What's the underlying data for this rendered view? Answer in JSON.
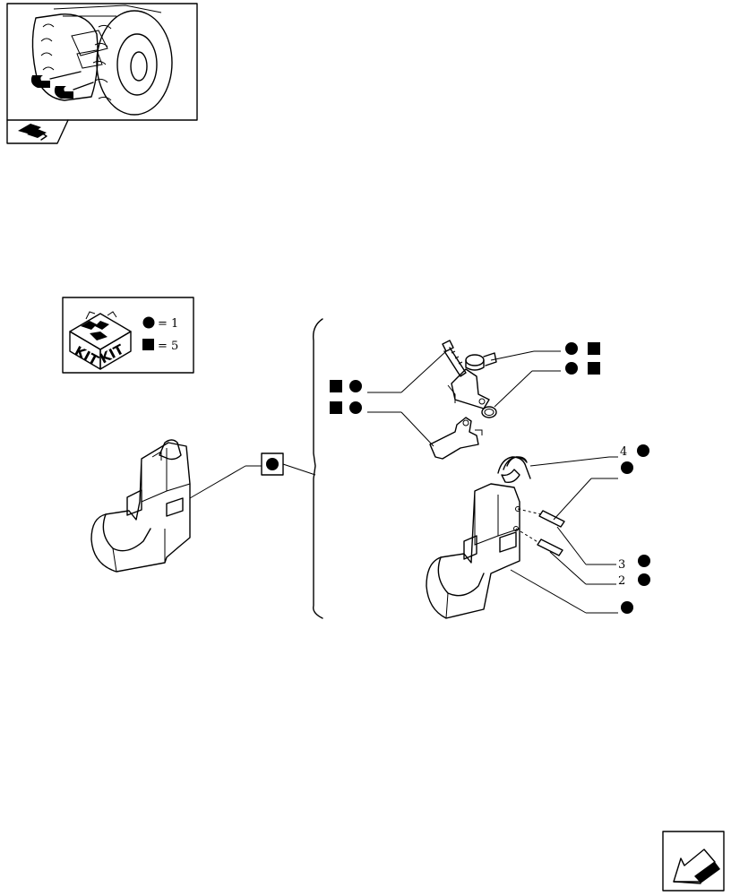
{
  "legend": {
    "kit_left_text": "KIT",
    "kit_right_text": "KIT",
    "circle_label": "= 1",
    "square_label": "= 5"
  },
  "callouts": {
    "spring_ref": "4",
    "upper_pin_ref": "3",
    "lower_pin_ref": "2"
  },
  "icons": {
    "thumbnail_icon": "tractor-rear-hitch-thumbnail",
    "nav_icon": "arrow-back-icon",
    "section_icon": "book-arrow-icon"
  }
}
